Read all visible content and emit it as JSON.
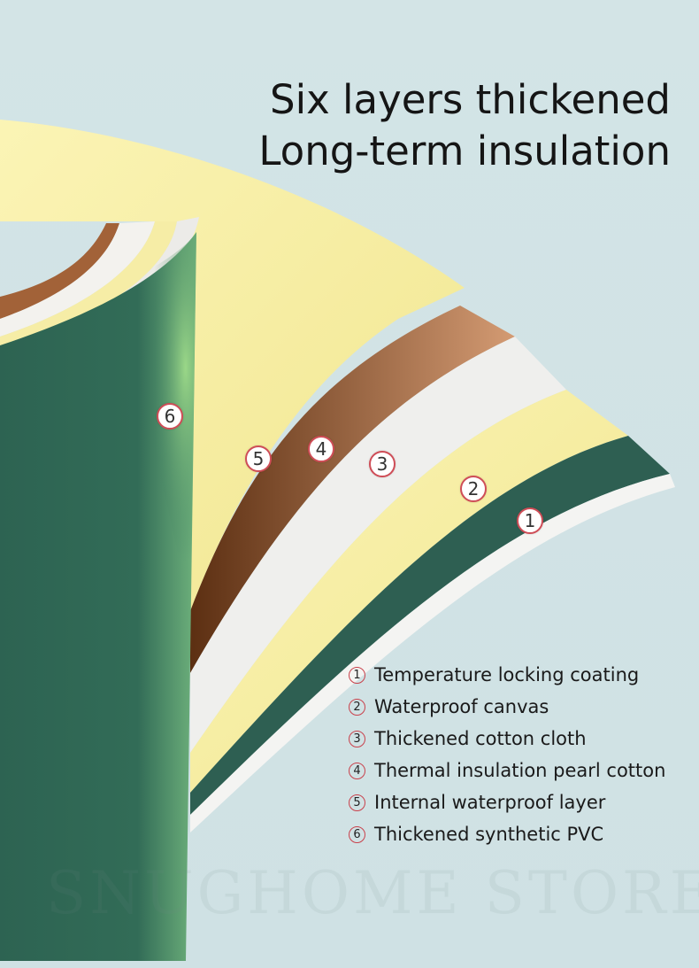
{
  "headline": {
    "line1": "Six layers thickened",
    "line2": "Long-term insulation"
  },
  "layers": [
    {
      "num": "1",
      "label": "Temperature locking coating",
      "color": "#f2f2ef"
    },
    {
      "num": "2",
      "label": "Waterproof canvas",
      "color": "#2e5f52"
    },
    {
      "num": "3",
      "label": "Thickened cotton cloth",
      "color": "#f6ec9c"
    },
    {
      "num": "4",
      "label": "Thermal insulation pearl cotton",
      "color": "#ececeb"
    },
    {
      "num": "5",
      "label": "Internal waterproof layer",
      "color": "#c78e62"
    },
    {
      "num": "6",
      "label": "Thickened synthetic PVC",
      "color": "#f7f0a6"
    }
  ],
  "watermark": "SNUGHOME STORE",
  "colors": {
    "background": "#d3e4e6",
    "badge_border": "#cf4d57",
    "dark_green": "#2e5f52"
  }
}
